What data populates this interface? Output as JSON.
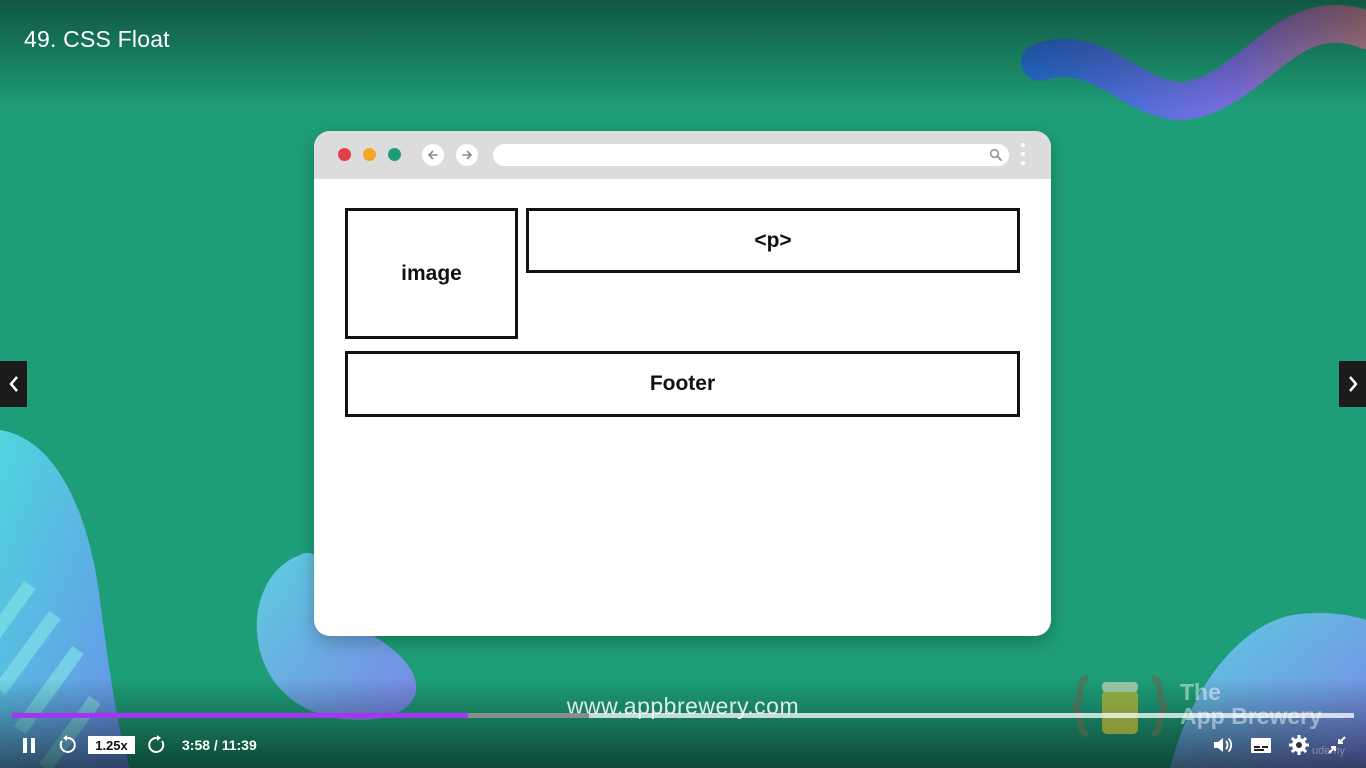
{
  "lecture": {
    "title": "49. CSS Float"
  },
  "slide": {
    "boxes": {
      "image": "image",
      "paragraph": "<p>",
      "footer": "Footer"
    },
    "website": "www.appbrewery.com",
    "brand": {
      "line1": "The",
      "line2": "App Brewery"
    }
  },
  "player": {
    "speed": "1.25x",
    "time": "3:58 / 11:39",
    "progress": 0.34,
    "buffered": 0.43,
    "watermark": "udemy"
  },
  "colors": {
    "background": "#1e9e78",
    "progress": "#a435f0",
    "traffic_red": "#e33e4a",
    "traffic_yellow": "#f5a623",
    "traffic_green": "#1e9e78"
  },
  "icons": {
    "prev": "chevron-left-icon",
    "next": "chevron-right-icon",
    "pause": "pause-icon",
    "rewind": "rewind-icon",
    "forward": "forward-icon",
    "volume": "volume-icon",
    "captions": "captions-icon",
    "settings": "gear-icon",
    "fullscreen": "exit-fullscreen-icon"
  }
}
